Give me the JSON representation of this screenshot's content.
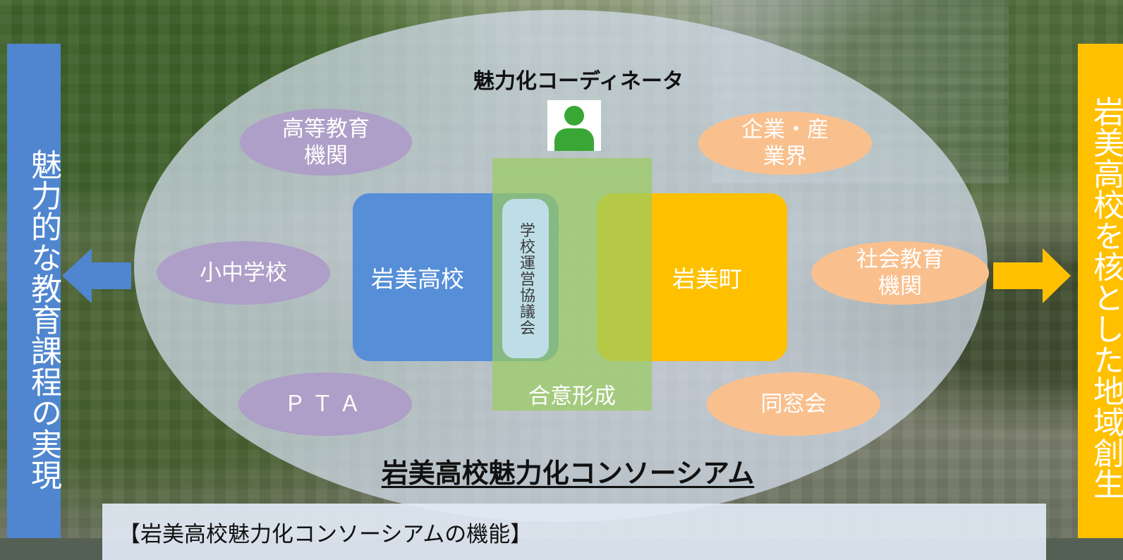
{
  "left_banner": {
    "text": "魅力的な教育課程の実現"
  },
  "right_banner": {
    "text": "岩美高校を核とした地域創生"
  },
  "coordinator": {
    "title": "魅力化コーディネーター",
    "icon": "person-icon"
  },
  "stakeholders": {
    "higher_education": "高等教育\n機関",
    "elementary_junior_high": "小中学校",
    "pta": "ＰＴＡ",
    "industry": "企業・産\n業界",
    "social_education": "社会教育\n機関",
    "alumni": "同窓会"
  },
  "core": {
    "school": "岩美高校",
    "town": "岩美町",
    "council": "学校運営協議会",
    "consensus": "合意形成"
  },
  "footer": {
    "title": "岩美高校魅力化コンソーシアム",
    "function_text": "【岩美高校魅力化コンソーシアムの機能】"
  },
  "colors": {
    "blue": "#4f86cf",
    "orange": "#ffc000",
    "purple": "#ad9fc7",
    "peach": "#f9c08e",
    "green": "#9acc61",
    "light_blue": "#bfdde7"
  }
}
